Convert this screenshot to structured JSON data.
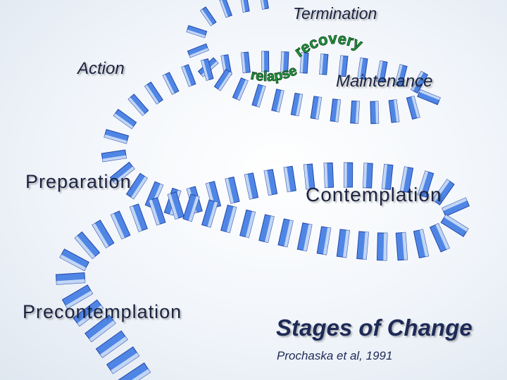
{
  "diagram": {
    "stages": {
      "termination": "Termination",
      "action": "Action",
      "maintenance": "Maintenance",
      "preparation": "Preparation",
      "contemplation": "Contemplation",
      "precontemplation": "Precontemplation"
    },
    "arc_labels": {
      "recovery": "recovery",
      "relapse": "relapse"
    },
    "title": "Stages of Change",
    "citation": "Prochaska et al, 1991",
    "colors": {
      "step_fill": "#4f86e6",
      "step_edge": "#2448a8",
      "step_face": "#d6e4f7",
      "arc_text": "#1f9a3d",
      "label_text": "#1b2340"
    }
  }
}
